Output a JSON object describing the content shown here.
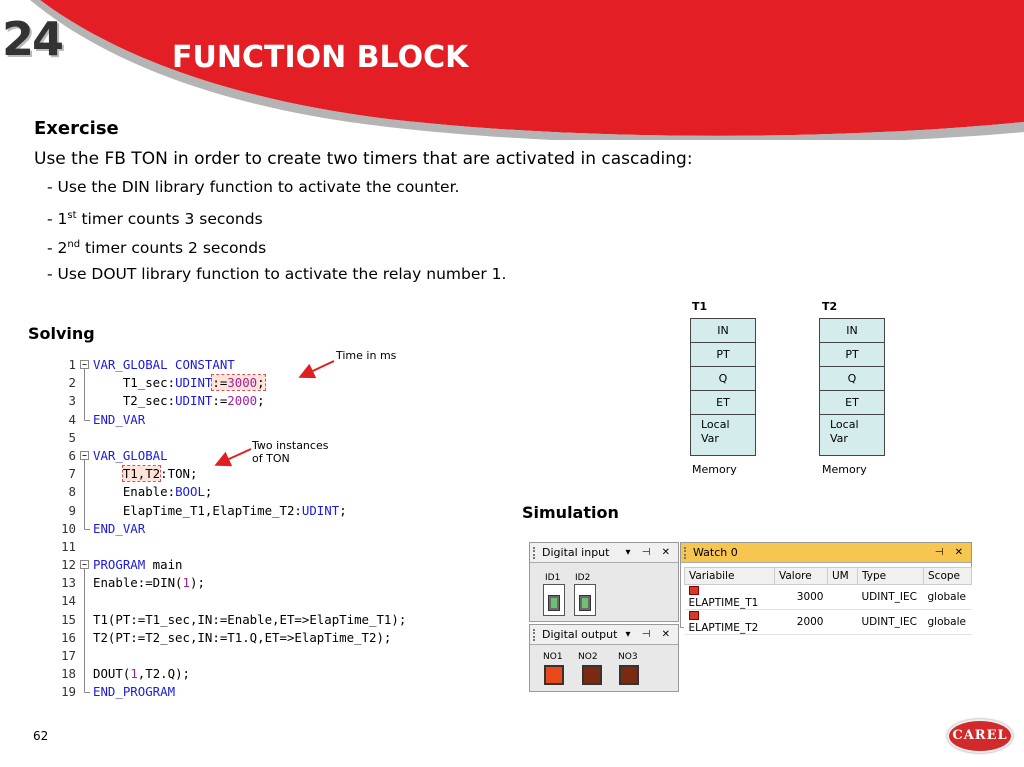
{
  "header": {
    "logo": "24",
    "title": "FUNCTION BLOCK"
  },
  "exercise": {
    "title": "Exercise",
    "intro": "Use the FB TON in order to create two timers that are activated in cascading:",
    "bullets": [
      {
        "pre": "- Use the DIN library function to activate the counter.",
        "sup": "",
        "post": ""
      },
      {
        "pre": "- 1",
        "sup": "st",
        "post": " timer counts 3 seconds"
      },
      {
        "pre": "- 2",
        "sup": "nd",
        "post": " timer counts 2 seconds"
      },
      {
        "pre": "- Use DOUT library function to activate the relay number 1.",
        "sup": "",
        "post": ""
      }
    ]
  },
  "solving": {
    "label": "Solving"
  },
  "code": {
    "lines": [
      {
        "n": "1",
        "fold": "minus",
        "html": "<span class='kw'>VAR_GLOBAL CONSTANT</span>"
      },
      {
        "n": "2",
        "fold": "bar",
        "html": "    T1_sec:<span class='kw'>UDINT</span><span class='hl'>:=<span class='num'>3000</span>;</span>"
      },
      {
        "n": "3",
        "fold": "bar",
        "html": "    T2_sec:<span class='kw'>UDINT</span>:=<span class='num'>2000</span>;"
      },
      {
        "n": "4",
        "fold": "end",
        "html": "<span class='kw'>END_VAR</span>"
      },
      {
        "n": "5",
        "fold": "",
        "html": ""
      },
      {
        "n": "6",
        "fold": "minus",
        "html": "<span class='kw'>VAR_GLOBAL</span>"
      },
      {
        "n": "7",
        "fold": "bar",
        "html": "    <span class='hl'>T1,T2</span>:TON;"
      },
      {
        "n": "8",
        "fold": "bar",
        "html": "    Enable:<span class='kw'>BOOL</span>;"
      },
      {
        "n": "9",
        "fold": "bar",
        "html": "    ElapTime_T1,ElapTime_T2:<span class='kw'>UDINT</span>;"
      },
      {
        "n": "10",
        "fold": "end",
        "html": "<span class='kw'>END_VAR</span>"
      },
      {
        "n": "11",
        "fold": "",
        "html": ""
      },
      {
        "n": "12",
        "fold": "minus",
        "html": "<span class='kw'>PROGRAM</span> main"
      },
      {
        "n": "13",
        "fold": "bar",
        "html": "Enable:=DIN(<span class='num'>1</span>);"
      },
      {
        "n": "14",
        "fold": "bar",
        "html": ""
      },
      {
        "n": "15",
        "fold": "bar",
        "html": "T1(PT:=T1_sec,IN:=Enable,ET=>ElapTime_T1);"
      },
      {
        "n": "16",
        "fold": "bar",
        "html": "T2(PT:=T2_sec,IN:=T1.Q,ET=>ElapTime_T2);"
      },
      {
        "n": "17",
        "fold": "bar",
        "html": ""
      },
      {
        "n": "18",
        "fold": "bar",
        "html": "DOUT(<span class='num'>1</span>,T2.Q);"
      },
      {
        "n": "19",
        "fold": "end",
        "html": "<span class='kw'>END_PROGRAM</span>"
      }
    ]
  },
  "annotations": {
    "time_in_ms": "Time in ms",
    "two_instances_1": "Two instances",
    "two_instances_2": "of TON",
    "arrow_color": "#e02020"
  },
  "timers": [
    {
      "label": "T1",
      "cells": [
        "IN",
        "PT",
        "Q",
        "ET"
      ],
      "local_1": "Local",
      "local_2": "Var",
      "memory": "Memory"
    },
    {
      "label": "T2",
      "cells": [
        "IN",
        "PT",
        "Q",
        "ET"
      ],
      "local_1": "Local",
      "local_2": "Var",
      "memory": "Memory"
    }
  ],
  "simulation": {
    "label": "Simulation",
    "digital_input": {
      "title": "Digital input",
      "items": [
        "ID1",
        "ID2"
      ]
    },
    "digital_output": {
      "title": "Digital output",
      "items": [
        "NO1",
        "NO2",
        "NO3"
      ]
    },
    "panel_controls": "▾ ⊣ ✕",
    "watch": {
      "title": "Watch 0",
      "controls": "⊣ ✕",
      "columns": [
        "Variabile",
        "Valore",
        "UM",
        "Type",
        "Scope"
      ],
      "rows": [
        [
          "ELAPTIME_T1",
          "3000",
          "",
          "UDINT_IEC",
          "globale"
        ],
        [
          "ELAPTIME_T2",
          "2000",
          "",
          "UDINT_IEC",
          "globale"
        ]
      ]
    }
  },
  "footer": {
    "page_number": "62",
    "brand": "CAREL"
  },
  "colors": {
    "header_red": "#e31e24",
    "cell_fill": "#d4ecec",
    "watch_title": "#f6c650",
    "led_on": "#e8481a"
  }
}
